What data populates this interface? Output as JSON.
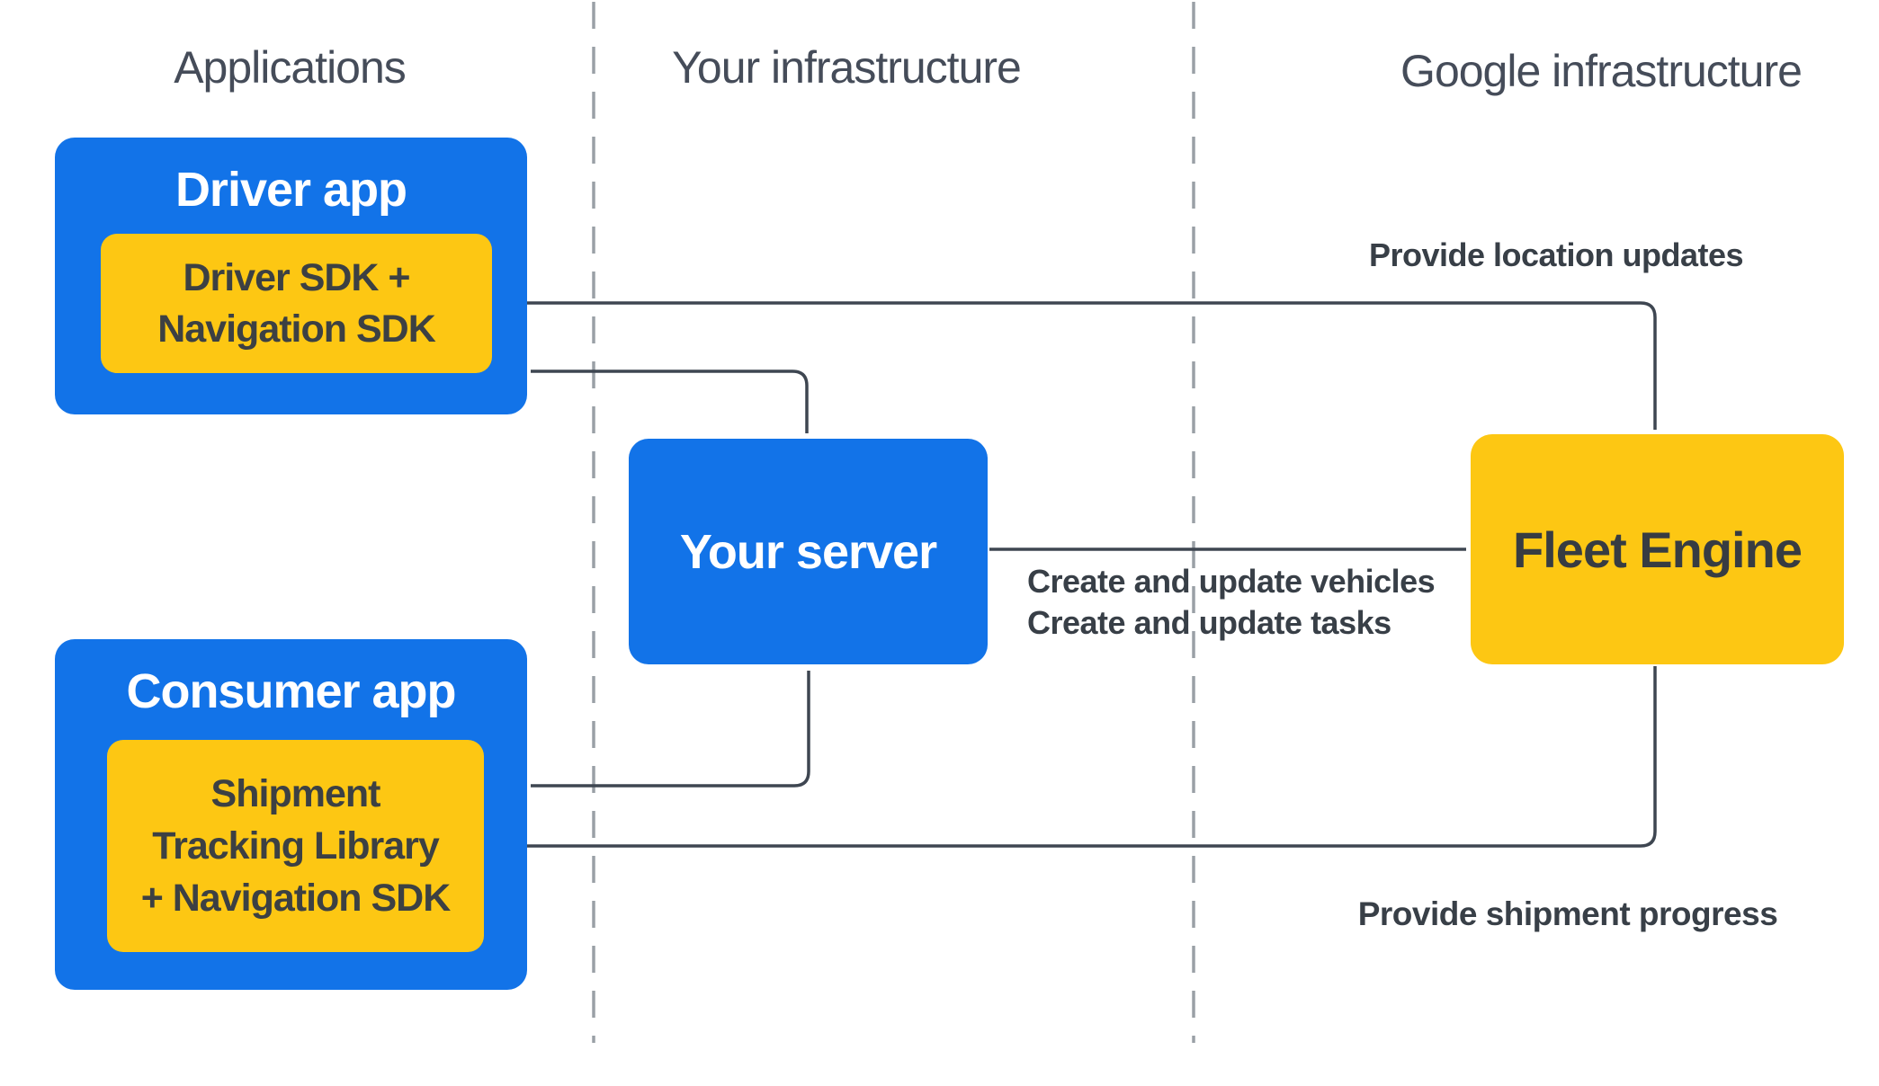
{
  "columns": {
    "applications": "Applications",
    "your_infrastructure": "Your infrastructure",
    "google_infrastructure": "Google infrastructure"
  },
  "nodes": {
    "driver_app": {
      "title": "Driver app",
      "sdk_lines": [
        "Driver SDK +",
        "Navigation SDK"
      ]
    },
    "consumer_app": {
      "title": "Consumer app",
      "sdk_lines": [
        "Shipment",
        "Tracking Library",
        "+ Navigation SDK"
      ]
    },
    "your_server": {
      "title": "Your server"
    },
    "fleet_engine": {
      "title": "Fleet Engine"
    }
  },
  "edge_labels": {
    "provide_location_updates": "Provide location updates",
    "create_and_update_vehicles": "Create and update vehicles",
    "create_and_update_tasks": "Create and update tasks",
    "provide_shipment_progress": "Provide shipment progress"
  },
  "colors": {
    "box_blue": "#1273e8",
    "box_yellow": "#fdc713",
    "arrow_dark": "#3e4651",
    "text_dark": "#3c4043",
    "title_white": "#ffffff",
    "header_gray": "#454c59",
    "divider_gray": "#9aa0a6"
  }
}
